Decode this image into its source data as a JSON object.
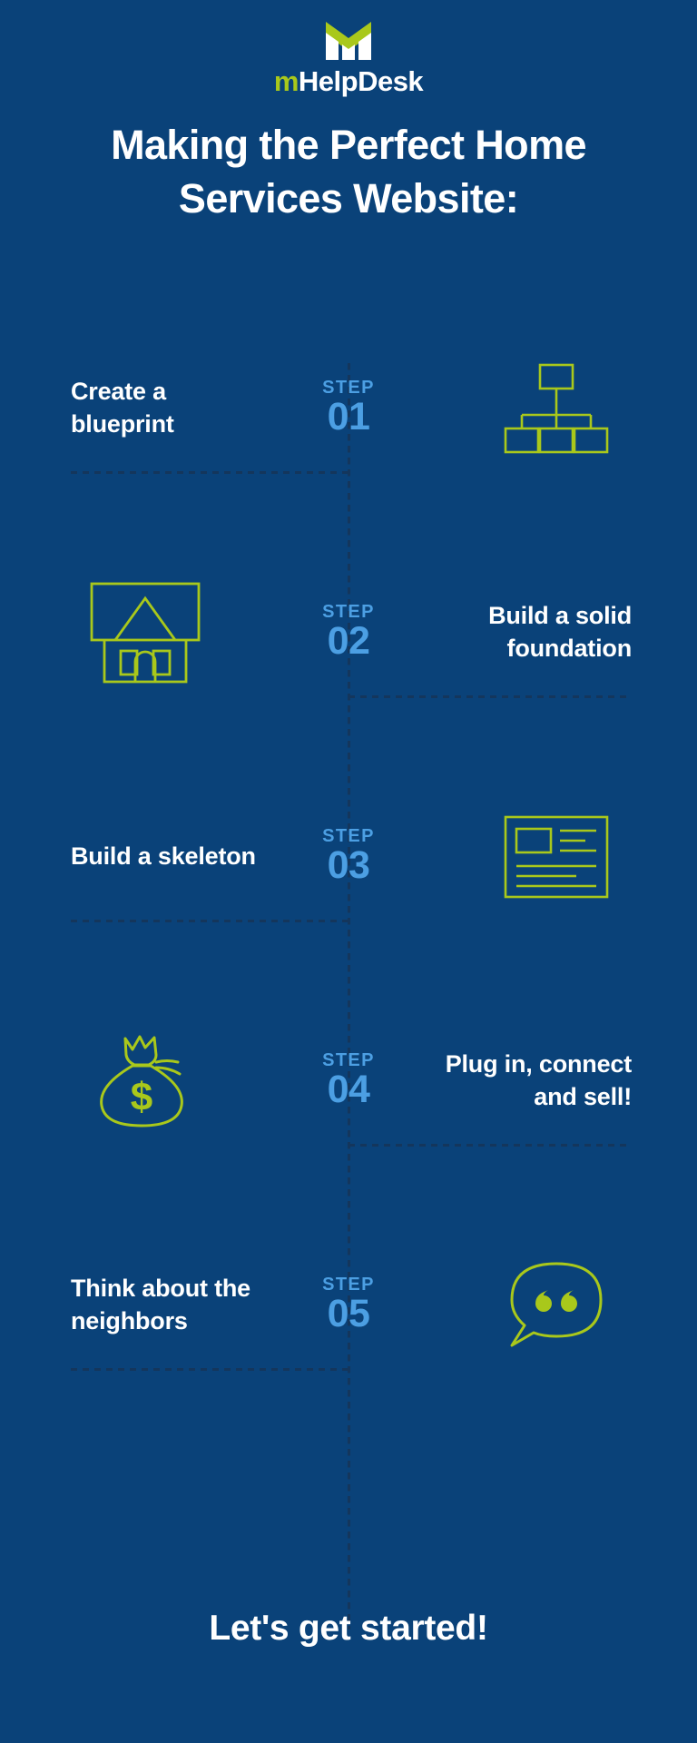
{
  "brand": {
    "logo_icon": "mhelpdesk-m-logo",
    "wordmark_accent": "m",
    "wordmark_rest": "HelpDesk",
    "accent_color": "#a9c81b",
    "text_color": "#ffffff"
  },
  "colors": {
    "background": "#0a4279",
    "lime": "#a9c81b",
    "step_blue": "#4c9fe3",
    "dotted": "#14365c",
    "white": "#ffffff"
  },
  "header": {
    "title_line1": "Making the Perfect Home",
    "title_line2": "Services Website:"
  },
  "steps": [
    {
      "word": "STEP",
      "number": "01",
      "label": "Create a blueprint",
      "label_side": "left",
      "icon_side": "right",
      "icon": "org-chart-icon"
    },
    {
      "word": "STEP",
      "number": "02",
      "label": "Build a solid foundation",
      "label_side": "right",
      "icon_side": "left",
      "icon": "house-icon"
    },
    {
      "word": "STEP",
      "number": "03",
      "label": "Build a skeleton",
      "label_side": "left",
      "icon_side": "right",
      "icon": "wireframe-layout-icon"
    },
    {
      "word": "STEP",
      "number": "04",
      "label": "Plug in, connect and sell!",
      "label_side": "right",
      "icon_side": "left",
      "icon": "money-bag-icon"
    },
    {
      "word": "STEP",
      "number": "05",
      "label": "Think about the neighbors",
      "label_side": "left",
      "icon_side": "right",
      "icon": "speech-bubble-quote-icon"
    }
  ],
  "footer": {
    "cta": "Let's get started!"
  }
}
